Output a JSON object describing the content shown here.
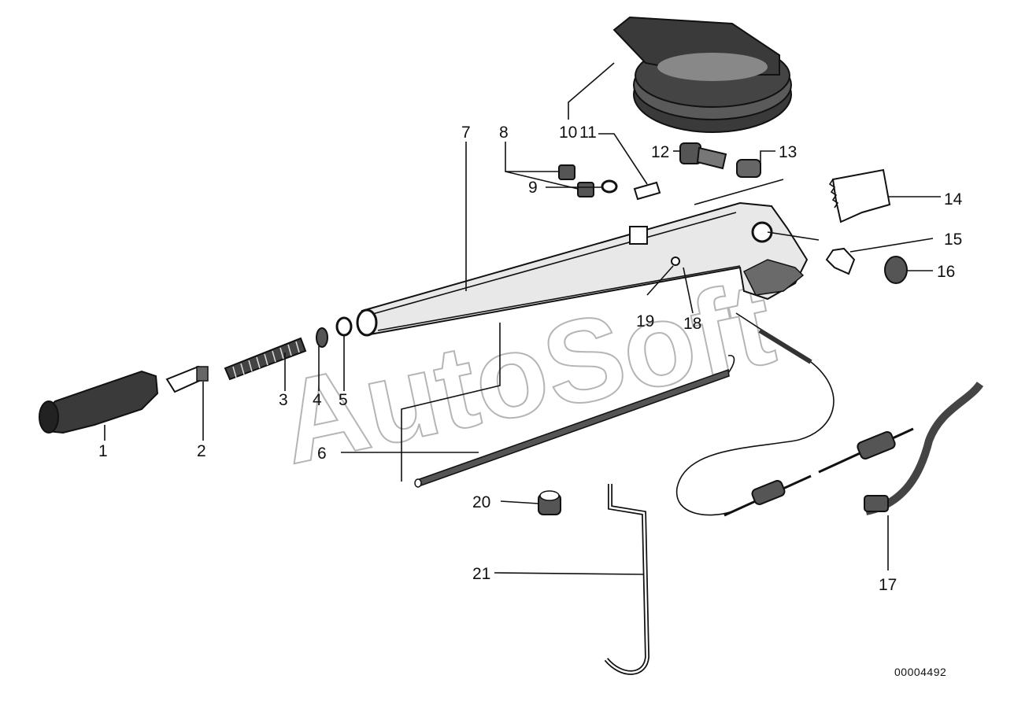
{
  "watermark": "AutoSoft",
  "reference_number": "00004492",
  "callouts": [
    {
      "number": "1"
    },
    {
      "number": "2"
    },
    {
      "number": "3"
    },
    {
      "number": "4"
    },
    {
      "number": "5"
    },
    {
      "number": "6"
    },
    {
      "number": "7"
    },
    {
      "number": "8"
    },
    {
      "number": "9"
    },
    {
      "number": "10"
    },
    {
      "number": "11"
    },
    {
      "number": "12"
    },
    {
      "number": "13"
    },
    {
      "number": "14"
    },
    {
      "number": "15"
    },
    {
      "number": "16"
    },
    {
      "number": "17"
    },
    {
      "number": "18"
    },
    {
      "number": "19"
    },
    {
      "number": "20"
    },
    {
      "number": "21"
    }
  ]
}
